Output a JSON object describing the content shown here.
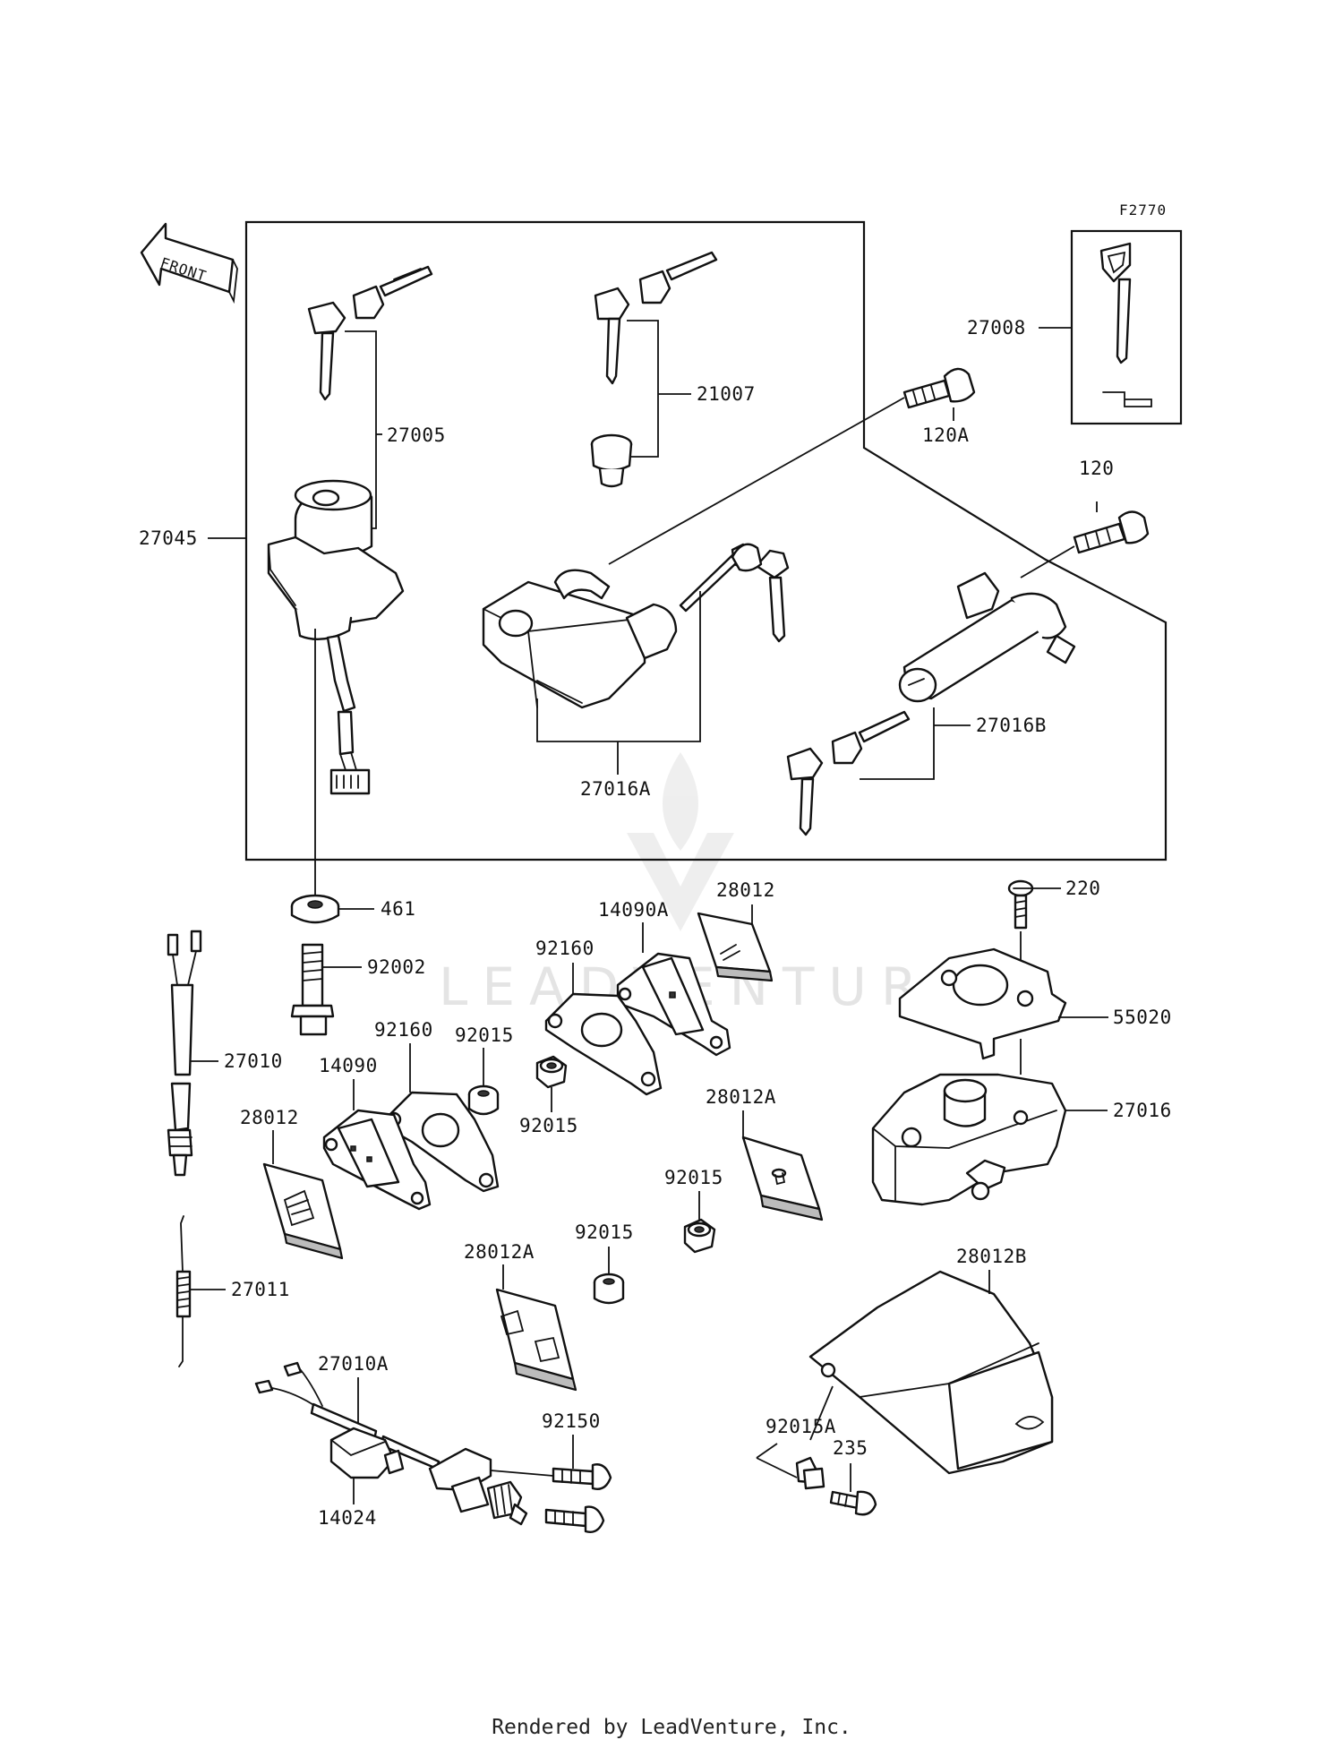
{
  "diagram": {
    "figure_code": "F2770",
    "front_label": "FRONT",
    "watermark": "LEADVENTURE",
    "parts": {
      "p27008": "27008",
      "p21007": "21007",
      "p27005": "27005",
      "p27045": "27045",
      "p120A": "120A",
      "p120": "120",
      "p27016A": "27016A",
      "p27016B": "27016B",
      "p461": "461",
      "p92002": "92002",
      "p220": "220",
      "p14090A": "14090A",
      "p28012_top": "28012",
      "p92160_top": "92160",
      "p55020": "55020",
      "p27010": "27010",
      "p92160_mid": "92160",
      "p92015_a": "92015",
      "p14090": "14090",
      "p92015_b": "92015",
      "p28012A_top": "28012A",
      "p27016": "27016",
      "p28012_left": "28012",
      "p92015_c": "92015",
      "p28012A_mid": "28012A",
      "p92015_d": "92015",
      "p28012B": "28012B",
      "p27011": "27011",
      "p27010A": "27010A",
      "p92150": "92150",
      "p92015A": "92015A",
      "p235": "235",
      "p14024": "14024"
    }
  },
  "footer": {
    "text": "Rendered by LeadVenture, Inc."
  }
}
